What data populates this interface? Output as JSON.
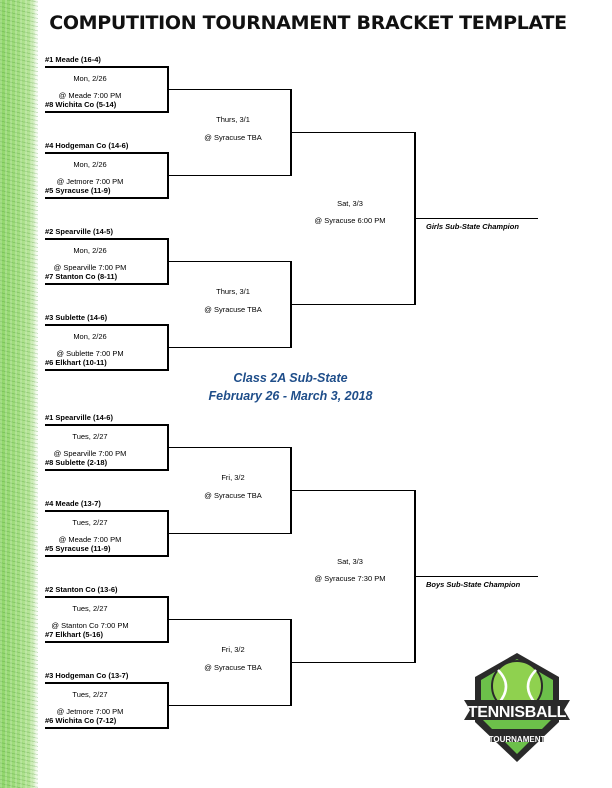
{
  "title": "COMPUTITION TOURNAMENT BRACKET TEMPLATE",
  "heading": {
    "line1": "Class 2A Sub-State",
    "line2": "February 26 - March 3, 2018"
  },
  "girls": {
    "teams": [
      "#1 Meade (16-4)",
      "#8 Wichita Co (5-14)",
      "#4 Hodgeman Co (14-6)",
      "#5 Syracuse  (11-9)",
      "#2  Spearville  (14-5)",
      "#7 Stanton Co (8-11)",
      "#3 Sublette (14-6)",
      "#6 Elkhart  (10-11)"
    ],
    "round1": [
      {
        "date": "Mon, 2/26",
        "place": "@ Meade 7:00 PM"
      },
      {
        "date": "Mon, 2/26",
        "place": "@ Jetmore 7:00 PM"
      },
      {
        "date": "Mon, 2/26",
        "place": "@ Spearville 7:00 PM"
      },
      {
        "date": "Mon, 2/26",
        "place": "@ Sublette  7:00 PM"
      }
    ],
    "round2": [
      {
        "date": "Thurs, 3/1",
        "place": "@ Syracuse  TBA"
      },
      {
        "date": "Thurs, 3/1",
        "place": "@ Syracuse  TBA"
      }
    ],
    "final": {
      "date": "Sat, 3/3",
      "place": "@ Syracuse  6:00 PM"
    },
    "champion": "Girls Sub-State Champion"
  },
  "boys": {
    "teams": [
      "#1 Spearville  (14-6)",
      "#8 Sublette  (2-18)",
      "#4 Meade (13-7)",
      "#5 Syracuse  (11-9)",
      "#2  Stanton Co (13-6)",
      "#7 Elkhart  (5-16)",
      "#3 Hodgeman Co (13-7)",
      "#6 Wichita Co (7-12)"
    ],
    "round1": [
      {
        "date": "Tues, 2/27",
        "place": "@ Spearville 7:00 PM"
      },
      {
        "date": "Tues, 2/27",
        "place": "@ Meade 7:00 PM"
      },
      {
        "date": "Tues, 2/27",
        "place": "@ Stanton  Co 7:00 PM"
      },
      {
        "date": "Tues, 2/27",
        "place": "@ Jetmore 7:00 PM"
      }
    ],
    "round2": [
      {
        "date": "Fri, 3/2",
        "place": "@ Syracuse  TBA"
      },
      {
        "date": "Fri, 3/2",
        "place": "@ Syracuse  TBA"
      }
    ],
    "final": {
      "date": "Sat, 3/3",
      "place": "@ Syracuse  7:30 PM"
    },
    "champion": "Boys Sub-State Champion"
  },
  "logo": {
    "word": "TENNISBALL",
    "sub": "TOURNAMENT",
    "colors": {
      "green": "#6cc04a",
      "dark": "#2a2a2a",
      "ball": "#8fd14f"
    }
  }
}
